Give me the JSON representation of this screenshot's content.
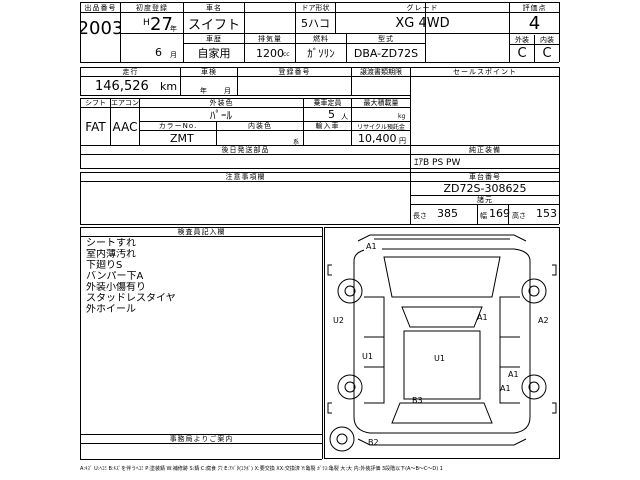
{
  "top": {
    "lot_label": "出品番号",
    "lot": "2003",
    "reg_label": "初度登録",
    "era": "H",
    "year": "27",
    "year_unit": "年",
    "month": "6",
    "month_unit": "月",
    "name_label": "車名",
    "name": "スイフト",
    "door_label": "ドア形状",
    "door": "5ハコ",
    "grade_label": "グレード",
    "grade": "XG 4WD",
    "score_label": "評価点",
    "score": "4",
    "usage_label": "車歴",
    "usage": "自家用",
    "disp_label": "排気量",
    "disp": "1200",
    "disp_unit": "cc",
    "fuel_label": "燃料",
    "fuel": "ｶﾞｿﾘﾝ",
    "model_label": "型式",
    "model": "DBA-ZD72S",
    "ext_label": "外装",
    "ext": "C",
    "int_label": "内装",
    "int": "C"
  },
  "second": {
    "mileage_label": "走行",
    "mileage": "146,526",
    "mileage_unit": "km",
    "inspect_label": "車検",
    "inspect_y": "年",
    "inspect_m": "月",
    "plate_label": "登録番号",
    "recycle_doc_label": "譲渡書類期限",
    "sales_label": "セールスポイント"
  },
  "third": {
    "shift_label": "シフト",
    "shift": "FAT",
    "ac_label": "エアコン",
    "ac": "AAC",
    "color_label": "外装色",
    "color": "ﾊﾟｰﾙ",
    "capa_label": "乗車定員",
    "capa": "5",
    "capa_unit": "人",
    "load_label": "最大積載量",
    "load_unit": "kg",
    "color_no_label": "カラーNo.",
    "color_no": "ZMT",
    "int_color_label": "内装色",
    "import_label": "輸入車",
    "recycle_label": "リサイクル預託金",
    "recycle": "10,400",
    "recycle_unit": "円",
    "later_label": "後日発送部品",
    "equip_label": "純正装備",
    "equip": "ｴｱB PS PW"
  },
  "notes": {
    "caution_label": "注意事項欄",
    "chassis_label": "車台番号",
    "chassis": "ZD72S-308625",
    "dims_label": "諸元",
    "len_label": "長さ",
    "len": "385",
    "wid_label": "幅",
    "wid": "169",
    "hgt_label": "高さ",
    "hgt": "153"
  },
  "inspector": {
    "label": "検査員記入欄",
    "lines": [
      "シートすれ",
      "室内薄汚れ",
      "下廻りS",
      "バンパー下A",
      "外装小傷有り",
      "スタッドレスタイヤ",
      "外ホイール"
    ]
  },
  "office_label": "事務局よりご案内",
  "footer": "A:ｷｽﾞ U:ﾍｺﾐ B:ｷｽﾞを伴うﾍｺﾐ P:塗装錆 W:補修跡 S:錆 C:腐食 穴 E:ｱﾊﾞﾀ(ｴｸﾎﾞ) X:要交換 XX:交換済 Y:亀裂 ｶﾞﾗｽ:亀裂 大:大 内:外装評価 3段階以下(A～B～C～D) 1",
  "diagram_marks": [
    "A1",
    "U2",
    "A1",
    "A2",
    "U1",
    "U1",
    "A1",
    "A1",
    "B3",
    "B2"
  ]
}
